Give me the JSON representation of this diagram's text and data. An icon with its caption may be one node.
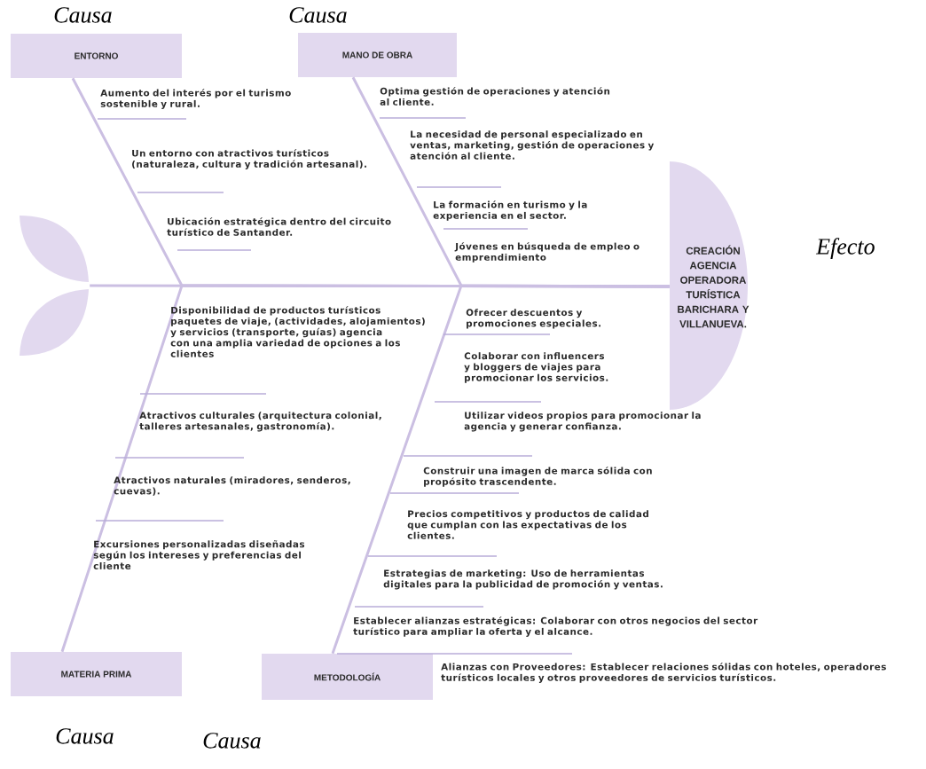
{
  "diagram": {
    "nodes": [
      {
        "text": [
          "ENTORNO"
        ],
        "beside": [
          "Causa"
        ]
      },
      {
        "text": [
          "MANO DE OBRA"
        ],
        "beside": [
          "Causa"
        ]
      },
      {
        "text": [],
        "shape": "leaf"
      },
      {
        "text": [
          "CREACIÓN AGENCIA OPERADORA TURÍSTICA BARICHARA Y VILLANUEVA."
        ],
        "beside": [
          "Efecto"
        ]
      },
      {
        "text": [
          "MATERIA PRIMA"
        ],
        "beside": [
          "Causa"
        ]
      },
      {
        "text": [
          "METODOLOGÍA"
        ],
        "beside": [
          "Causa"
        ]
      }
    ],
    "edges": [
      {
        "from": 0,
        "to": 3,
        "arrow": "none"
      },
      {
        "from": 1,
        "to": 3,
        "arrow": "none"
      },
      {
        "from": 2,
        "to": 3,
        "arrow": "none"
      },
      {
        "from": 4,
        "to": 3,
        "arrow": "none"
      },
      {
        "from": 5,
        "to": 3,
        "arrow": "none"
      }
    ],
    "labels": [
      "Aumento del interés por el turismo sostenible y rural.",
      "Optima gestión de operaciones y atención al cliente.",
      "La necesidad de personal especializado en ventas, marketing, gestión de operaciones y atención al cliente.",
      "Un entorno con atractivos turísticos (naturaleza, cultura y tradición artesanal).",
      "La formación en turismo y la experiencia en el sector.",
      "Ubicación estratégica dentro del circuito turístico de Santander.",
      "Jóvenes en búsqueda de empleo o emprendimiento",
      "Disponibilidad de productos turísticos paquetes de viaje, (actividades, alojamientos) y servicios (transporte, guías) agencia con una amplia variedad de opciones a los clientes",
      "Ofrecer descuentos y promociones especiales.",
      "Colaborar con influencers y bloggers de viajes para promocionar los servicios.",
      "Atractivos culturales (arquitectura colonial, talleres artesanales, gastronomía).",
      "Utilizar videos propios para promocionar la agencia y generar confianza.",
      "Construir una imagen de marca sólida con propósito trascendente.",
      "Atractivos naturales (miradores, senderos, cuevas).",
      "Precios competitivos y productos de calidad que cumplan con las expectativas de los clientes.",
      "Excursiones personalizadas diseñadas según los intereses y preferencias del cliente",
      "Estrategias de marketing: Uso de herramientas digitales para la publicidad de promoción y ventas.",
      "Establecer alianzas estratégicas: Colaborar con otros negocios del sector turístico para ampliar la oferta y el alcance.",
      "Alianzas con Proveedores: Establecer relaciones sólidas con hoteles, operadores turísticos locales y otros proveedores de servicios turísticos."
    ]
  }
}
